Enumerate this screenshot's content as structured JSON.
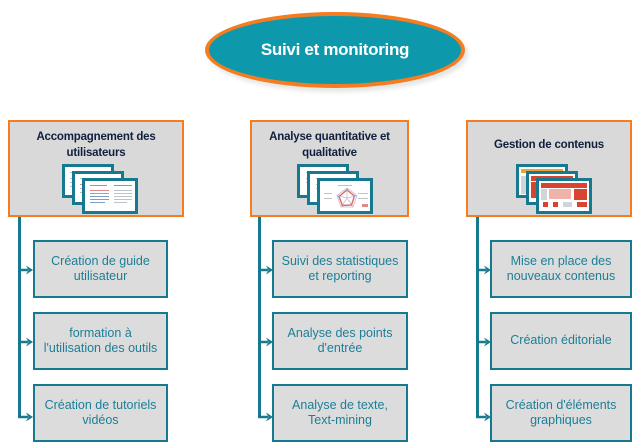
{
  "colors": {
    "teal": "#0d99ab",
    "teal_dark": "#17798f",
    "orange": "#f57c1f",
    "navy": "#0f1f3d",
    "box_gray": "#d9d9d9",
    "sub_gray": "#dcdcdc",
    "sub_text": "#1b7f98",
    "white": "#ffffff"
  },
  "title": {
    "text": "Suivi et monitoring"
  },
  "columns": [
    {
      "header": "Accompagnement des utilisateurs",
      "icon": "stacked-documents-icon",
      "items": [
        {
          "text": "Création de guide utilisateur"
        },
        {
          "text": "formation à l'utilisation des outils"
        },
        {
          "text": "Création de tutoriels vidéos"
        }
      ]
    },
    {
      "header": "Analyse quantitative et qualitative",
      "icon": "stacked-charts-icon",
      "items": [
        {
          "text": "Suivi des statistiques et reporting"
        },
        {
          "text": "Analyse des points d'entrée"
        },
        {
          "text": "Analyse de texte, Text-mining"
        }
      ]
    },
    {
      "header": "Gestion de contenus",
      "icon": "stacked-webpages-icon",
      "items": [
        {
          "text": "Mise en place des nouveaux contenus"
        },
        {
          "text": "Création éditoriale"
        },
        {
          "text": "Création d'éléments graphiques"
        }
      ]
    }
  ]
}
